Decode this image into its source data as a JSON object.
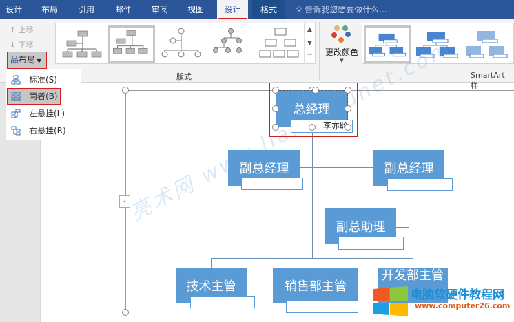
{
  "tabs": [
    "设计",
    "布局",
    "引用",
    "邮件",
    "审阅",
    "视图",
    "设计",
    "格式"
  ],
  "search_placeholder": "告诉我您想要做什么...",
  "ribbon": {
    "move_up": "上移",
    "move_down": "下移",
    "layout_button": "布局",
    "layout_group_label": "版式",
    "change_colors": "更改颜色",
    "styles_group_label": "SmartArt 样"
  },
  "layout_menu": [
    {
      "label": "标准(S)"
    },
    {
      "label": "两者(B)",
      "selected": true
    },
    {
      "label": "左悬挂(L)"
    },
    {
      "label": "右悬挂(R)"
    }
  ],
  "org_chart": {
    "root": {
      "title": "总经理",
      "name": "李亦聆"
    },
    "assistants": [
      {
        "title": "副总经理",
        "name": ""
      },
      {
        "title": "副总经理",
        "name": ""
      },
      {
        "title": "副总助理",
        "name": ""
      }
    ],
    "children": [
      {
        "title": "技术主管",
        "name": ""
      },
      {
        "title": "销售部主管",
        "name": ""
      },
      {
        "title": "开发部主管",
        "name": ""
      }
    ]
  },
  "watermarks": {
    "site": "www.liangshunet.com",
    "site_cn": "亮术网",
    "brand": "电脑软硬件教程网",
    "brand_url": "www.computer26.com"
  },
  "colors": {
    "title_bar": "#2b579a",
    "node_fill": "#5b9bd5",
    "highlight_outline": "#d02020"
  }
}
